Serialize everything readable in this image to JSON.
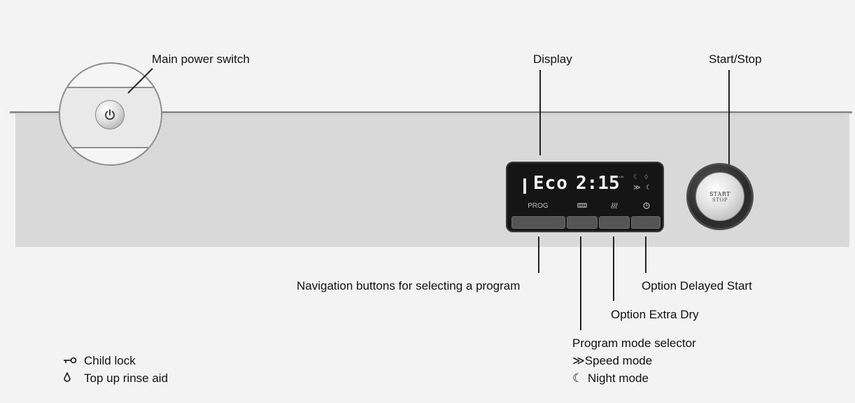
{
  "labels": {
    "main_power": "Main power switch",
    "display": "Display",
    "start_stop": "Start/Stop",
    "navigation": "Navigation buttons for selecting a program",
    "delayed_start": "Option Delayed Start",
    "extra_dry": "Option Extra Dry",
    "program_mode": "Program mode selector",
    "speed_mode": "Speed mode",
    "night_mode": "Night mode"
  },
  "display": {
    "program": "Eco",
    "time": "2:15",
    "prog_label": "PROG"
  },
  "start_button": {
    "line1": "START",
    "line2": "STOP"
  },
  "legend": {
    "child_lock": "Child lock",
    "rinse_aid": "Top up rinse aid"
  },
  "icons": {
    "speed_symbol": "≫",
    "night_symbol": "☾",
    "lock_symbol": "⊸",
    "drop_symbol": "◊"
  }
}
